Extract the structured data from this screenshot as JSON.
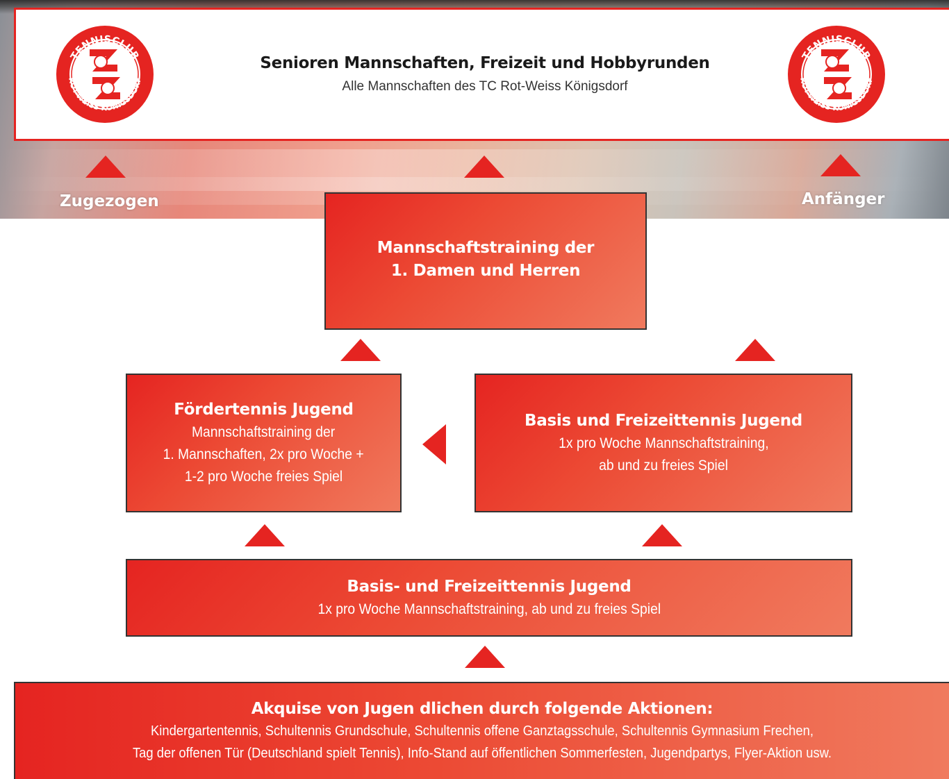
{
  "header": {
    "title": "Senioren Mannschaften, Freizeit und Hobbyrunden",
    "subtitle": "Alle Mannschaften des TC Rot-Weiss Königsdorf",
    "logo_text_top": "TENNISCLUB",
    "logo_text_bottom": "ROT-WEISS KÖNIGSDORF"
  },
  "side_labels": {
    "left": "Zugezogen",
    "right": "Anfänger"
  },
  "boxes": {
    "top": {
      "title_line1": "Mannschaftstraining der",
      "title_line2": "1. Damen und Herren"
    },
    "foerder": {
      "title": "Fördertennis Jugend",
      "line1": "Mannschaftstraining der",
      "line2": "1. Mannschaften, 2x pro Woche +",
      "line3": "1-2 pro Woche freies Spiel"
    },
    "basis_right": {
      "title": "Basis und Freizeittennis Jugend",
      "line1": "1x pro Woche Mannschaftstraining,",
      "line2": "ab und zu freies Spiel"
    },
    "basis_wide": {
      "title": "Basis- und Freizeittennis Jugend",
      "line1": "1x pro Woche Mannschaftstraining, ab und zu freies Spiel"
    },
    "akquise": {
      "title": "Akquise von Jugen dlichen durch folgende Aktionen:",
      "line1": "Kindergartentennis, Schultennis Grundschule, Schultennis offene Ganztagsschule, Schultennis Gymnasium Frechen,",
      "line2": "Tag der offenen Tür (Deutschland spielt Tennis), Info-Stand auf öffentlichen Sommerfesten, Jugendpartys, Flyer-Aktion usw."
    }
  },
  "colors": {
    "brand_red": "#e52421",
    "box_gradient_end": "#f07a5e",
    "border": "#333333"
  }
}
